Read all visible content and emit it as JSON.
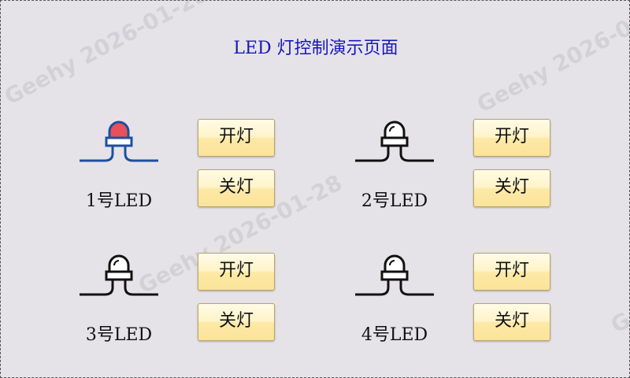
{
  "page": {
    "title": "LED 灯控制演示页面"
  },
  "watermark": {
    "text": "Geehy  2026-01-28"
  },
  "leds": [
    {
      "label": "1号LED",
      "state": "on",
      "on_label": "开灯",
      "off_label": "关灯",
      "lamp_color": "#e8505a",
      "wire_color": "#1e4fa0"
    },
    {
      "label": "2号LED",
      "state": "off",
      "on_label": "开灯",
      "off_label": "关灯",
      "lamp_color": "#ffffff",
      "wire_color": "#111111"
    },
    {
      "label": "3号LED",
      "state": "off",
      "on_label": "开灯",
      "off_label": "关灯",
      "lamp_color": "#ffffff",
      "wire_color": "#111111"
    },
    {
      "label": "4号LED",
      "state": "off",
      "on_label": "开灯",
      "off_label": "关灯",
      "lamp_color": "#ffffff",
      "wire_color": "#111111"
    }
  ]
}
